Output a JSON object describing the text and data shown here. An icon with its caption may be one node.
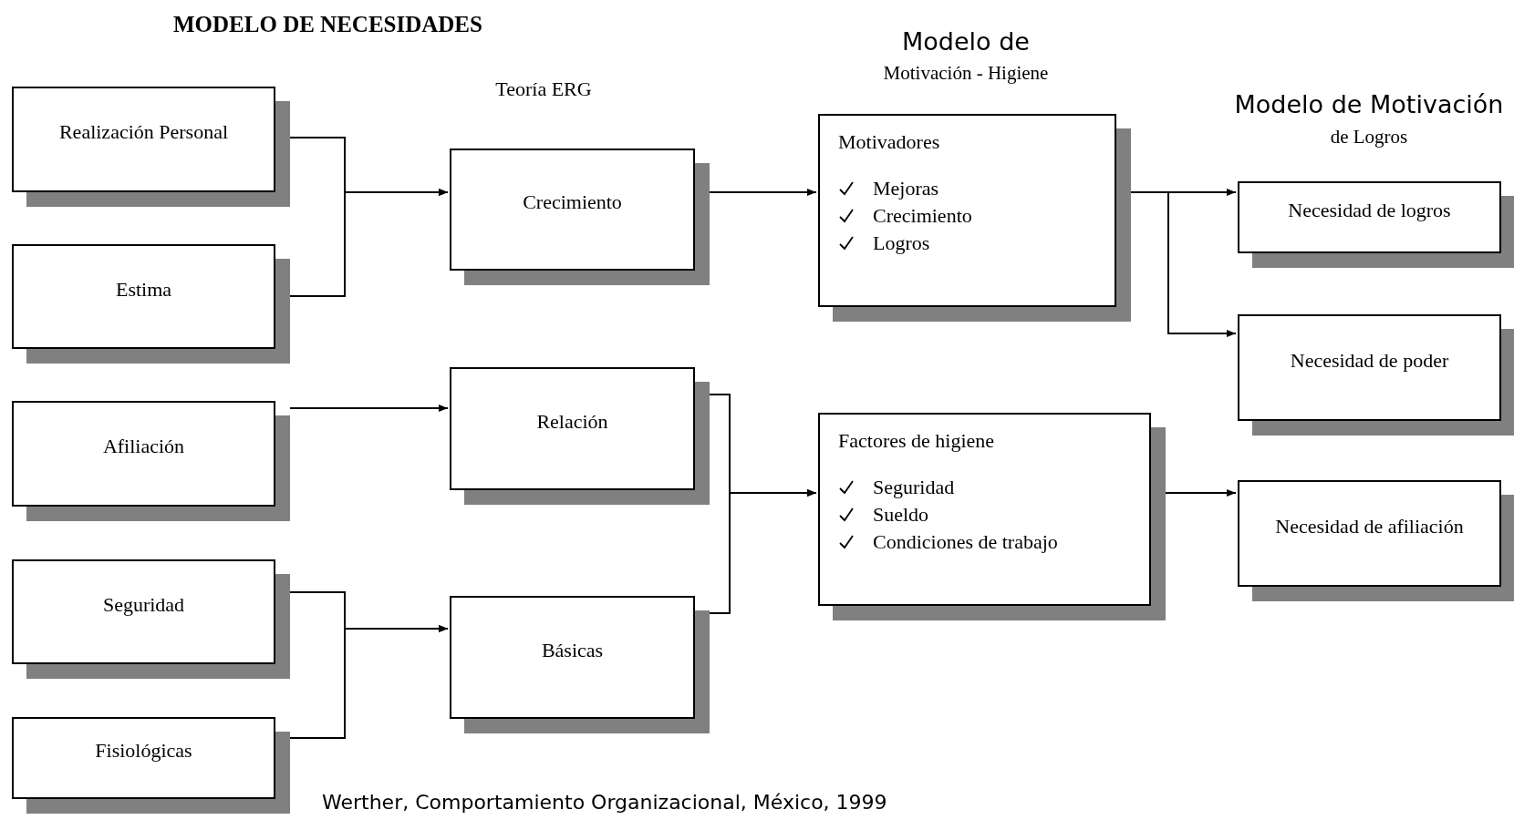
{
  "diagram": {
    "title": "MODELO DE NECESIDADES",
    "nodes": [
      {
        "text": [
          "Realización Personal"
        ]
      },
      {
        "text": [
          "Estima"
        ]
      },
      {
        "text": [
          "Afiliación"
        ]
      },
      {
        "text": [
          "Seguridad"
        ]
      },
      {
        "text": [
          "Fisiológicas"
        ]
      },
      {
        "text": [
          "Crecimiento"
        ]
      },
      {
        "text": [
          "Relación"
        ]
      },
      {
        "text": [
          "Básicas"
        ]
      },
      {
        "text": [
          "Motivadores",
          "Mejoras",
          "Crecimiento",
          "Logros"
        ]
      },
      {
        "text": [
          "Factores de higiene",
          "Seguridad",
          "Sueldo",
          "Condiciones de trabajo"
        ]
      },
      {
        "text": [
          "Necesidad de logros"
        ]
      },
      {
        "text": [
          "Necesidad de poder"
        ]
      },
      {
        "text": [
          "Necesidad de afiliación"
        ]
      }
    ],
    "edges": [
      {
        "from": 0,
        "to": 5,
        "arrow": "to"
      },
      {
        "from": 1,
        "to": 5,
        "arrow": "to"
      },
      {
        "from": 2,
        "to": 6,
        "arrow": "to"
      },
      {
        "from": 3,
        "to": 7,
        "arrow": "to"
      },
      {
        "from": 4,
        "to": 7,
        "arrow": "to"
      },
      {
        "from": 5,
        "to": 8,
        "arrow": "to"
      },
      {
        "from": 6,
        "to": 9,
        "arrow": "to"
      },
      {
        "from": 7,
        "to": 9,
        "arrow": "to"
      },
      {
        "from": 8,
        "to": 10,
        "arrow": "to"
      },
      {
        "from": 8,
        "to": 11,
        "arrow": "to"
      },
      {
        "from": 9,
        "to": 12,
        "arrow": "to"
      }
    ],
    "labels": [
      "Teoría ERG",
      "Modelo de",
      "Motivación - Higiene",
      "Modelo de Motivación",
      "de Logros"
    ],
    "caption": "Werther, Comportamiento Organizacional, México, 1999"
  }
}
